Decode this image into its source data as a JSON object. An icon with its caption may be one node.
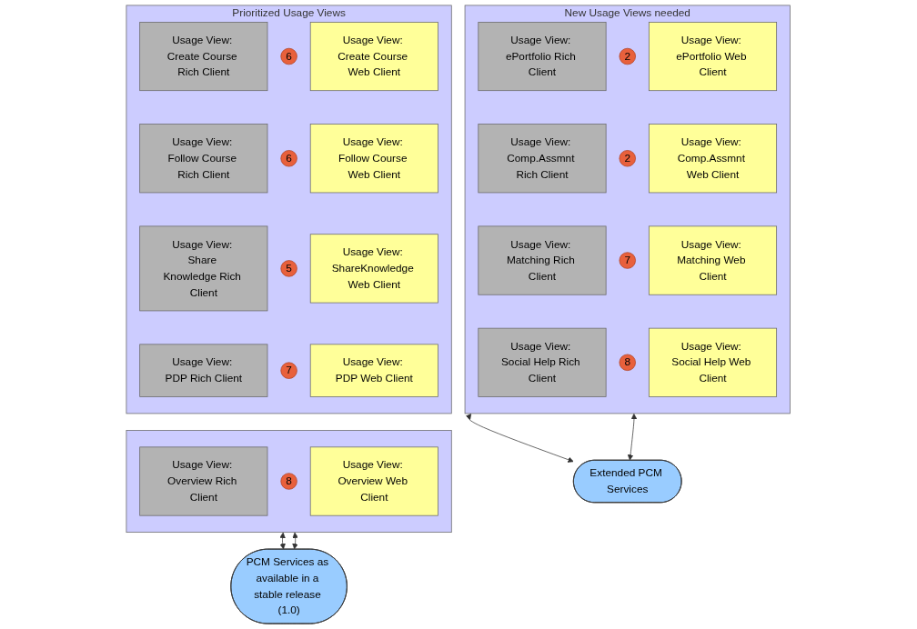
{
  "diagram": {
    "nodes": [
      {
        "text": [
          "Prioritized Usage Views"
        ]
      },
      {
        "text": [
          "Usage View: Create Course Rich Client"
        ],
        "in": 0
      },
      {
        "text": [
          "6"
        ],
        "in": 0
      },
      {
        "text": [
          "Usage View: Create Course Web Client"
        ],
        "in": 0
      },
      {
        "text": [
          "Usage View: Follow Course Rich Client"
        ],
        "in": 0
      },
      {
        "text": [
          "6"
        ],
        "in": 0
      },
      {
        "text": [
          "Usage View: Follow Course Web Client"
        ],
        "in": 0
      },
      {
        "text": [
          "Usage View: Share Knowledge Rich Client"
        ],
        "in": 0
      },
      {
        "text": [
          "5"
        ],
        "in": 0
      },
      {
        "text": [
          "Usage View: ShareKnowledge Web Client"
        ],
        "in": 0
      },
      {
        "text": [
          "Usage View: PDP Rich Client"
        ],
        "in": 0
      },
      {
        "text": [
          "7"
        ],
        "in": 0
      },
      {
        "text": [
          "Usage View: PDP Web Client"
        ],
        "in": 0
      },
      {
        "text": [],
        "shape": "box"
      },
      {
        "text": [
          "Usage View: Overview Rich Client"
        ],
        "in": 13
      },
      {
        "text": [
          "8"
        ],
        "in": 13
      },
      {
        "text": [
          "Usage View: Overview Web Client"
        ],
        "in": 13
      },
      {
        "text": [
          "PCM Services as available in a stable release (1.0)"
        ]
      },
      {
        "text": [
          "New Usage Views needed"
        ]
      },
      {
        "text": [
          "Usage View: ePortfolio Rich Client"
        ],
        "in": 18
      },
      {
        "text": [
          "2"
        ],
        "in": 18
      },
      {
        "text": [
          "Usage View: ePortfolio Web Client"
        ],
        "in": 18
      },
      {
        "text": [
          "Usage View: Comp.Assmnt Rich Client"
        ],
        "in": 18
      },
      {
        "text": [
          "2"
        ],
        "in": 18
      },
      {
        "text": [
          "Usage View: Comp.Assmnt Web Client"
        ],
        "in": 18
      },
      {
        "text": [
          "Usage View: Matching Rich Client"
        ],
        "in": 18
      },
      {
        "text": [
          "7"
        ],
        "in": 18
      },
      {
        "text": [
          "Usage View: Matching Web Client"
        ],
        "in": 18
      },
      {
        "text": [
          "Usage View: Social Help Rich Client"
        ],
        "in": 18
      },
      {
        "text": [
          "8"
        ],
        "in": 18
      },
      {
        "text": [
          "Usage View: Social Help Web Client"
        ],
        "in": 18
      },
      {
        "text": [
          "Extended PCM Services"
        ]
      }
    ],
    "edges": [
      {
        "from": 13,
        "to": 17,
        "arrow": "both"
      },
      {
        "from": 13,
        "to": 17,
        "arrow": "both"
      },
      {
        "from": 18,
        "to": 31,
        "arrow": "both"
      },
      {
        "from": 18,
        "to": 31,
        "arrow": "both"
      }
    ]
  }
}
